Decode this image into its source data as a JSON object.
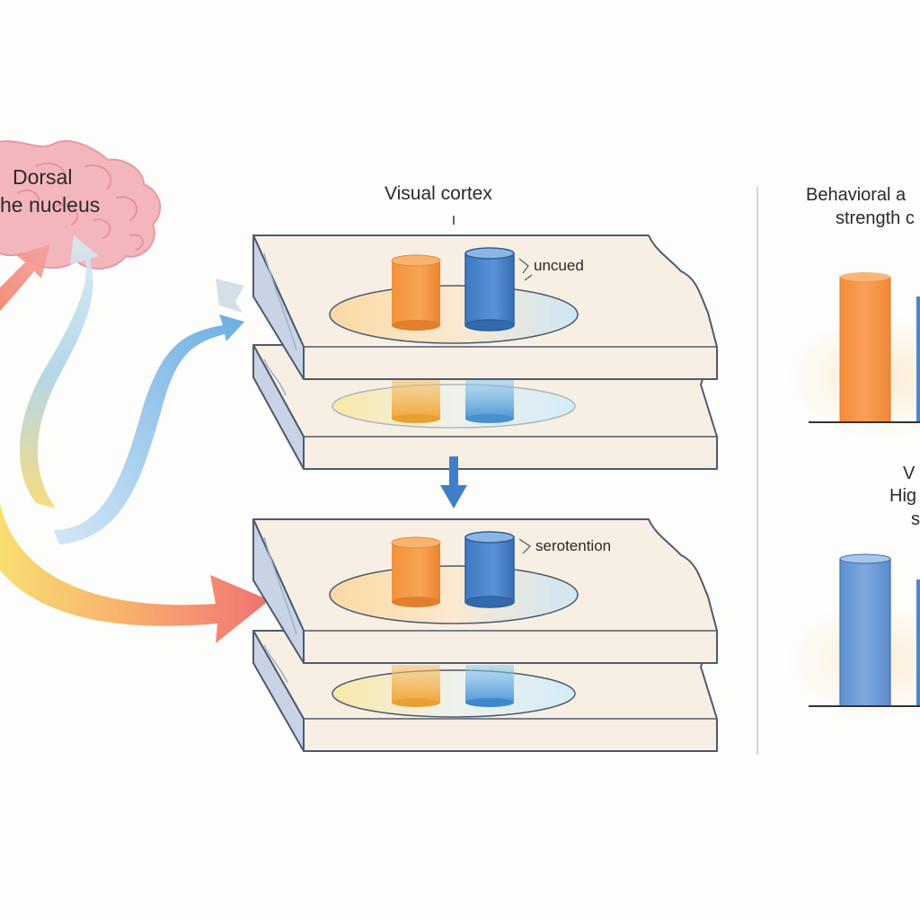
{
  "brain": {
    "label_line1": "Dorsal",
    "label_line2": "he nucleus"
  },
  "cortex": {
    "title": "Visual cortex",
    "top_tag": "uncued",
    "bottom_tag": "serotention"
  },
  "side_charts": {
    "top_title_line1": "Behavioral a",
    "top_title_line2": "strength c",
    "bottom_title_line1": "V",
    "bottom_title_line2": "Hig",
    "bottom_title_line3": "s"
  },
  "colors": {
    "orange": "#f59a45",
    "blue": "#4d86cc",
    "slab_top": "#f6ecdf",
    "slab_side": "#c9d4e6",
    "brain": "#f3b3ba"
  }
}
